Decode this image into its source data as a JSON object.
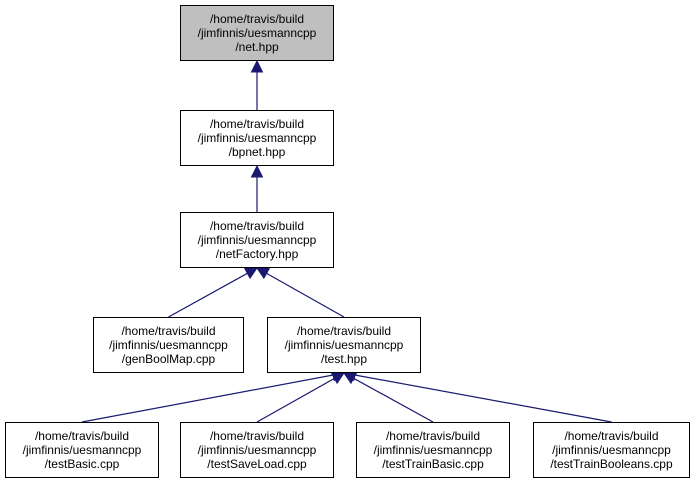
{
  "colors": {
    "edge": "#191970",
    "node_border": "#000000",
    "current_fill": "#bfbfbf",
    "node_fill": "#ffffff"
  },
  "nodes": {
    "net": {
      "lines": [
        "/home/travis/build",
        "/jimfinnis/uesmanncpp",
        "/net.hpp"
      ]
    },
    "bpnet": {
      "lines": [
        "/home/travis/build",
        "/jimfinnis/uesmanncpp",
        "/bpnet.hpp"
      ]
    },
    "netfactory": {
      "lines": [
        "/home/travis/build",
        "/jimfinnis/uesmanncpp",
        "/netFactory.hpp"
      ]
    },
    "genboolmap": {
      "lines": [
        "/home/travis/build",
        "/jimfinnis/uesmanncpp",
        "/genBoolMap.cpp"
      ]
    },
    "test": {
      "lines": [
        "/home/travis/build",
        "/jimfinnis/uesmanncpp",
        "/test.hpp"
      ]
    },
    "testbasic": {
      "lines": [
        "/home/travis/build",
        "/jimfinnis/uesmanncpp",
        "/testBasic.cpp"
      ]
    },
    "testsaveload": {
      "lines": [
        "/home/travis/build",
        "/jimfinnis/uesmanncpp",
        "/testSaveLoad.cpp"
      ]
    },
    "testtrainbasic": {
      "lines": [
        "/home/travis/build",
        "/jimfinnis/uesmanncpp",
        "/testTrainBasic.cpp"
      ]
    },
    "testtrainbooleans": {
      "lines": [
        "/home/travis/build",
        "/jimfinnis/uesmanncpp",
        "/testTrainBooleans.cpp"
      ]
    }
  },
  "edges": [
    {
      "from": "bpnet",
      "to": "net"
    },
    {
      "from": "netfactory",
      "to": "bpnet"
    },
    {
      "from": "genboolmap",
      "to": "netfactory"
    },
    {
      "from": "test",
      "to": "netfactory"
    },
    {
      "from": "testbasic",
      "to": "test"
    },
    {
      "from": "testsaveload",
      "to": "test"
    },
    {
      "from": "testtrainbasic",
      "to": "test"
    },
    {
      "from": "testtrainbooleans",
      "to": "test"
    }
  ]
}
